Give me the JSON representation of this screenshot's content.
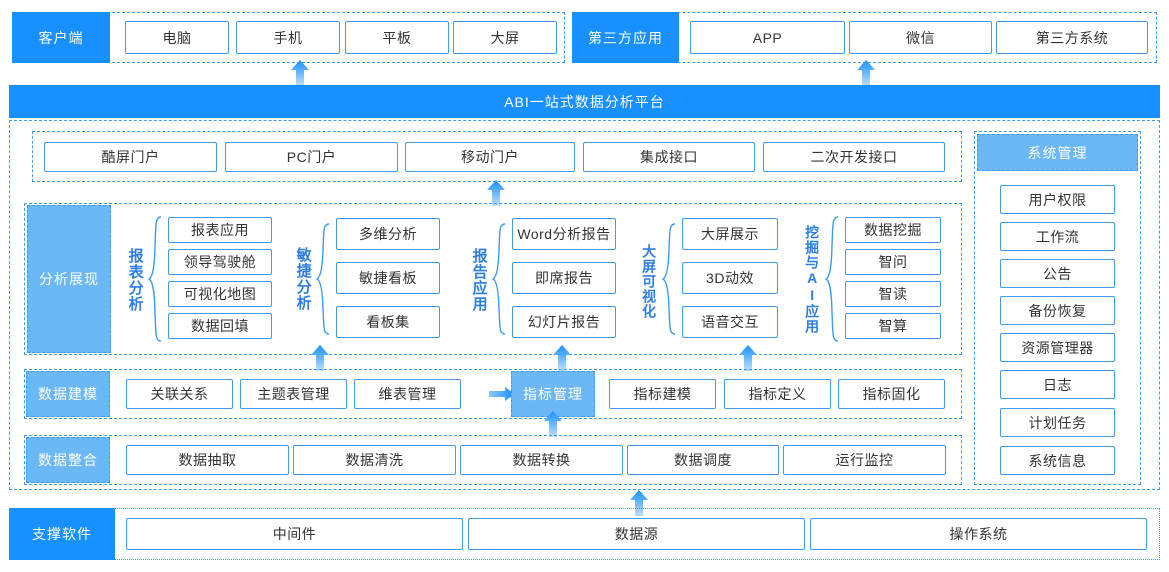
{
  "colors": {
    "primary": "#1890ff",
    "soft": "#6cb8f5",
    "line": "#3e9bf0",
    "text": "#333333",
    "label": "#2f7fe0"
  },
  "client_row": {
    "tag": "客户端",
    "items": [
      "电脑",
      "手机",
      "平板",
      "大屏"
    ]
  },
  "third_party_row": {
    "tag": "第三方应用",
    "items": [
      "APP",
      "微信",
      "第三方系统"
    ]
  },
  "platform_banner": {
    "title": "ABI一站式数据分析平台"
  },
  "portal_row": {
    "items": [
      "酷屏门户",
      "PC门户",
      "移动门户",
      "集成接口",
      "二次开发接口"
    ]
  },
  "analysis_row": {
    "tag": "分析展现",
    "groups": [
      {
        "label": "报表分析",
        "items": [
          "报表应用",
          "领导驾驶舱",
          "可视化地图",
          "数据回填"
        ]
      },
      {
        "label": "敏捷分析",
        "items": [
          "多维分析",
          "敏捷看板",
          "看板集"
        ]
      },
      {
        "label": "报告应用",
        "items": [
          "Word分析报告",
          "即席报告",
          "幻灯片报告"
        ]
      },
      {
        "label": "大屏可视化",
        "items": [
          "大屏展示",
          "3D动效",
          "语音交互"
        ]
      },
      {
        "label": "挖掘与AI应用",
        "items": [
          "数据挖掘",
          "智问",
          "智读",
          "智算"
        ]
      }
    ]
  },
  "modeling_row": {
    "tag": "数据建模",
    "items": [
      "关联关系",
      "主题表管理",
      "维表管理"
    ],
    "metric_tag": "指标管理",
    "metric_items": [
      "指标建模",
      "指标定义",
      "指标固化"
    ]
  },
  "integration_row": {
    "tag": "数据整合",
    "items": [
      "数据抽取",
      "数据清洗",
      "数据转换",
      "数据调度",
      "运行监控"
    ]
  },
  "system_panel": {
    "tag": "系统管理",
    "items": [
      "用户权限",
      "工作流",
      "公告",
      "备份恢复",
      "资源管理器",
      "日志",
      "计划任务",
      "系统信息"
    ]
  },
  "support_row": {
    "tag": "支撑软件",
    "items": [
      "中间件",
      "数据源",
      "操作系统"
    ]
  },
  "arrows": {
    "client_up": "arrow-up-icon",
    "third_party_up": "arrow-up-icon",
    "portal_up": "arrow-up-icon",
    "analysis_up_1": "arrow-up-icon",
    "analysis_up_2": "arrow-up-icon",
    "analysis_up_3": "arrow-up-icon",
    "metric_right": "arrow-right-icon",
    "metric_up": "arrow-up-icon",
    "support_up": "arrow-up-icon"
  }
}
